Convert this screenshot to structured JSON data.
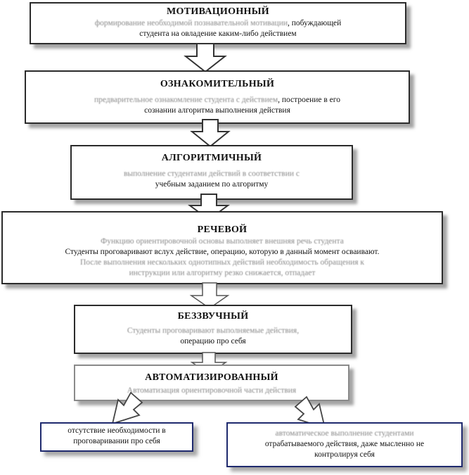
{
  "stages": [
    {
      "title": "МОТИВАЦИОННЫЙ",
      "lines": [
        {
          "faded": "формирование необходимой познавательной мотивации",
          "clear": ", побуждающей"
        },
        {
          "faded": "",
          "clear": "студента на овладение каким-либо действием"
        }
      ]
    },
    {
      "title": "ОЗНАКОМИТЕЛЬНЫЙ",
      "lines": [
        {
          "faded": "предварительное ознакомление студента с действием",
          "clear": ", построение в его"
        },
        {
          "faded": "",
          "clear": "сознании алгоритма выполнения действия"
        }
      ]
    },
    {
      "title": "АЛГОРИТМИЧНЫЙ",
      "lines": [
        {
          "faded": "выполнение студентами действий в соответствии с",
          "clear": ""
        },
        {
          "faded": "",
          "clear": "учебным заданием по алгоритму"
        }
      ]
    },
    {
      "title": "РЕЧЕВОЙ",
      "lines": [
        {
          "faded": "Функцию ориентировочной основы выполняет внешняя речь студента",
          "clear": ""
        },
        {
          "faded": "",
          "clear": "Студенты проговаривают вслух действие, операцию, которую в данный момент осваивают."
        },
        {
          "faded": "После выполнения нескольких однотипных действий необходимость обращения к",
          "clear": ""
        },
        {
          "faded": "инструкции или алгоритму резко снижается, отпадает",
          "clear": ""
        }
      ]
    },
    {
      "title": "БЕЗЗВУЧНЫЙ",
      "lines": [
        {
          "faded": "Студенты проговаривают выполняемые действия,",
          "clear": ""
        },
        {
          "faded": "",
          "clear": "операцию про себя"
        }
      ]
    },
    {
      "title": "АВТОМАТИЗИРОВАННЫЙ",
      "lines": [
        {
          "faded": "Автоматизация ориентировочной части действия",
          "clear": ""
        }
      ]
    }
  ],
  "outcomes": [
    {
      "lines": [
        {
          "faded": "",
          "clear": "отсутствие необходимости в"
        },
        {
          "faded": "",
          "clear": "проговаривании про себя"
        }
      ]
    },
    {
      "lines": [
        {
          "faded": "автоматическое выполнение студентами",
          "clear": ""
        },
        {
          "faded": "",
          "clear": "отрабатываемого действия, даже мысленно не"
        },
        {
          "faded": "",
          "clear": "контролируя себя"
        }
      ]
    }
  ]
}
